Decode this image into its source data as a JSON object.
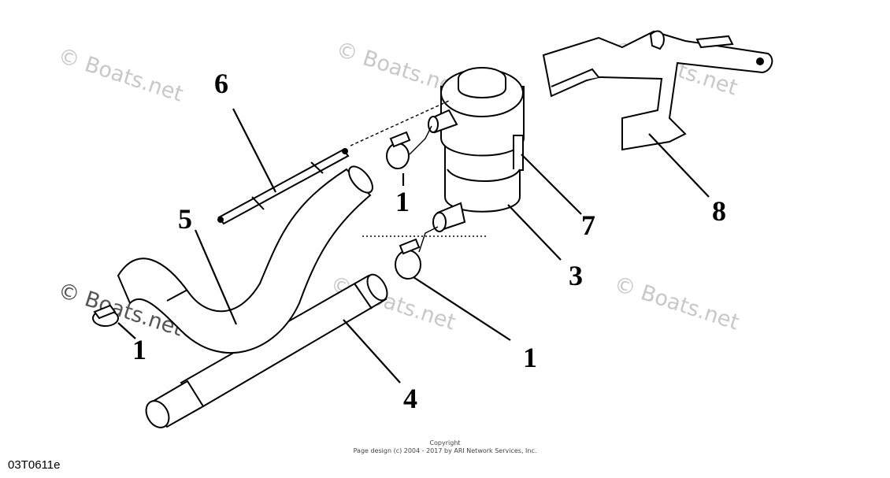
{
  "watermark": "© Boats.net",
  "drawing_code": "03T0611e",
  "copyright": {
    "line1": "Copyright",
    "line2": "Page design (c) 2004 - 2017 by ARI Network Services, Inc."
  },
  "callouts": {
    "c1a": "1",
    "c1b": "1",
    "c1c": "1",
    "c3": "3",
    "c4": "4",
    "c5": "5",
    "c6": "6",
    "c7": "7",
    "c8": "8"
  }
}
